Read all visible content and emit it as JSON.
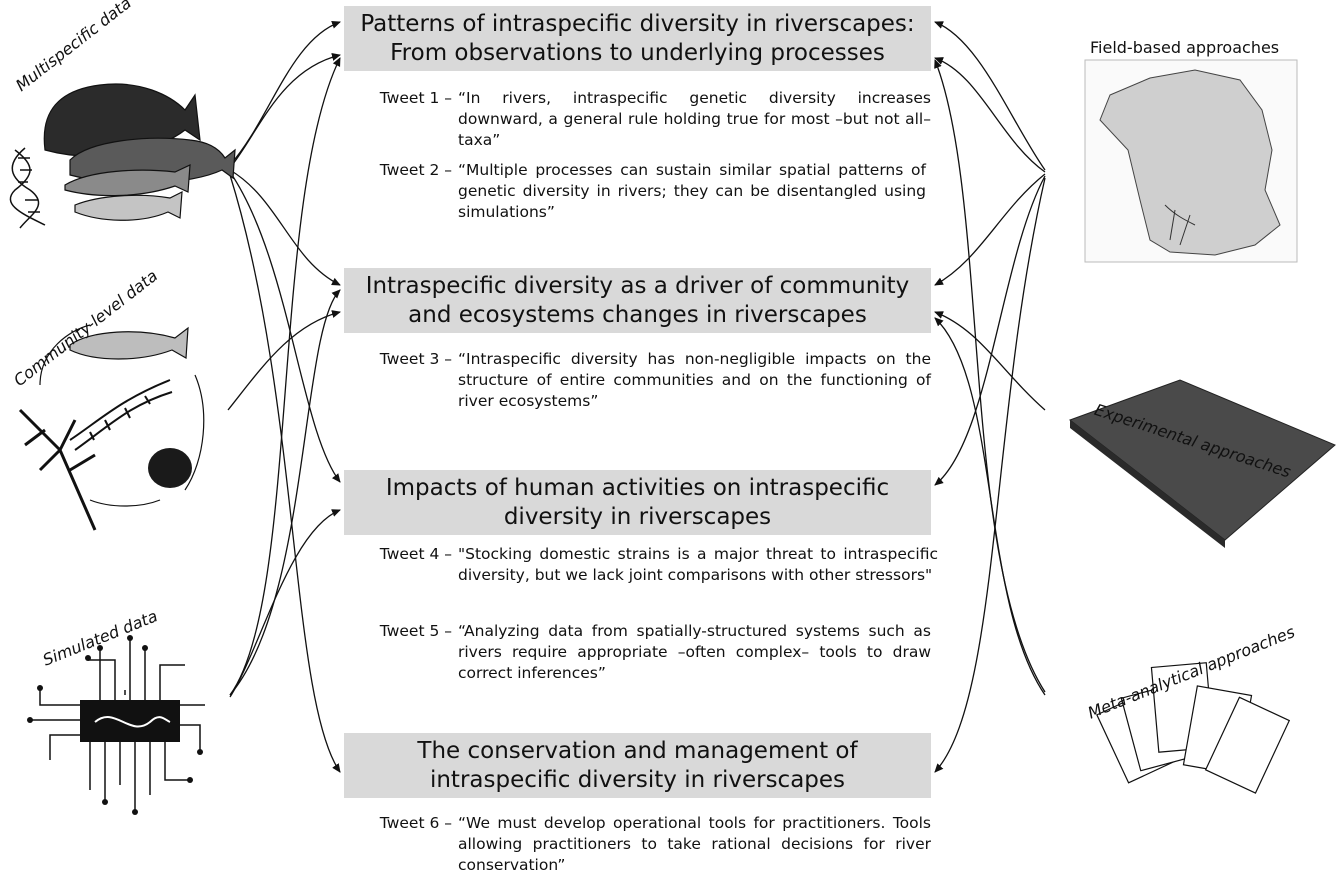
{
  "sections": [
    {
      "title_line1": "Patterns of intraspecific diversity in riverscapes:",
      "title_line2": "From observations to underlying processes"
    },
    {
      "title_line1": "Intraspecific diversity as a driver of community",
      "title_line2": "and ecosystems changes in riverscapes"
    },
    {
      "title_line1": "Impacts of human activities on intraspecific",
      "title_line2": "diversity in riverscapes"
    },
    {
      "title_line1": "The conservation and management of",
      "title_line2": "intraspecific diversity in riverscapes"
    }
  ],
  "tweets": [
    {
      "label": "Tweet 1 –",
      "text": "“In rivers, intraspecific genetic diversity increases downward, a general rule holding true for most –but not all–taxa”"
    },
    {
      "label": "Tweet 2 –",
      "text": "“Multiple processes can sustain similar spatial patterns of genetic diversity in rivers; they can be disentangled using simulations”"
    },
    {
      "label": "Tweet 3 –",
      "text": "“Intraspecific diversity has non-negligible impacts on the structure of entire communities and on the functioning of river ecosystems”"
    },
    {
      "label": "Tweet 4 –",
      "text": "\"Stocking domestic strains is a major threat to intraspecific diversity, but we lack joint comparisons with other stressors\""
    },
    {
      "label": "Tweet 5 –",
      "text": "“Analyzing data from spatially-structured systems such as rivers require appropriate –often complex– tools to draw correct inferences”"
    },
    {
      "label": "Tweet 6 –",
      "text": "“We must develop operational tools for practitioners. Tools allowing practitioners to take rational decisions for river conservation”"
    }
  ],
  "left_sources": {
    "multispecific": "Multispecific data",
    "community": "Community-level data",
    "simulated": "Simulated data"
  },
  "right_sources": {
    "field": "Field-based approaches",
    "experimental": "Experimental approaches",
    "meta": "Meta-analytical approaches"
  }
}
